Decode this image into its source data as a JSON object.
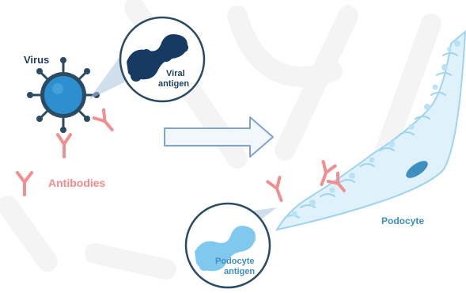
{
  "labels": {
    "virus": "Virus",
    "viral_antigen_line1": "Viral",
    "viral_antigen_line2": "antigen",
    "antibodies": "Antibodies",
    "podocyte": "Podocyte",
    "podocyte_antigen_line1": "Podocyte",
    "podocyte_antigen_line2": "antigen"
  },
  "icons": {
    "virus": "virus-icon",
    "viral_antigen": "viral-antigen-icon",
    "antibody": "antibody-icon",
    "arrow": "arrow-right-icon",
    "podocyte": "podocyte-cell-icon",
    "podocyte_antigen": "podocyte-antigen-icon"
  },
  "colors": {
    "virus_dark": "#2a4b63",
    "virus_body": "#2d8fd0",
    "viral_antigen": "#173a63",
    "antibody": "#f08f8f",
    "antibody_label": "#f28b8b",
    "podocyte_fill": "#dff1fb",
    "podocyte_stroke": "#9fd4ee",
    "podocyte_nucleus": "#3d8fc0",
    "podocyte_label": "#3d8fc0",
    "podocyte_antigen": "#80c8ee",
    "arrow_fill": "#f2f7fd",
    "arrow_stroke": "#7ea3cc",
    "watermark": "#f3f3f3"
  }
}
